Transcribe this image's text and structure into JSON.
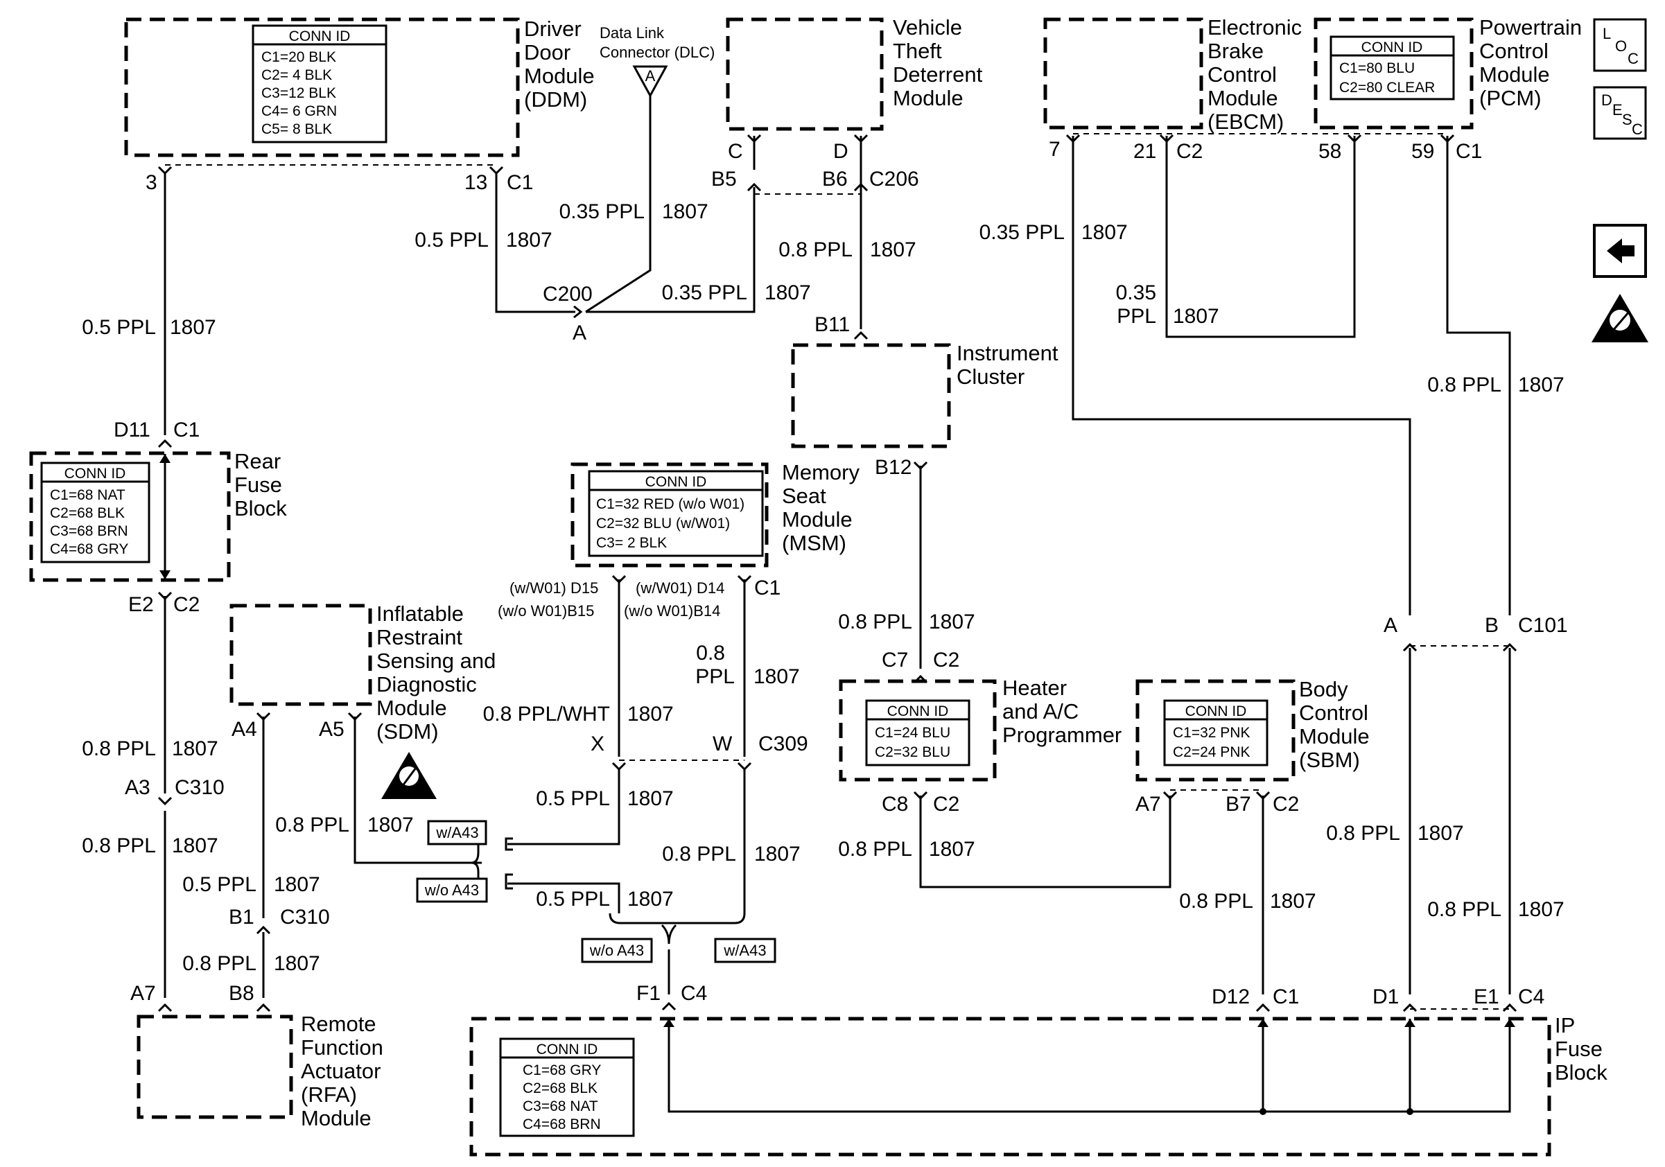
{
  "modules": {
    "ddm": [
      "Driver",
      "Door",
      "Module",
      "(DDM)"
    ],
    "dlc": [
      "Data Link",
      "Connector (DLC)"
    ],
    "dlc_pin": "A",
    "vtd": [
      "Vehicle",
      "Theft",
      "Deterrent",
      "Module"
    ],
    "ebcm": [
      "Electronic",
      "Brake",
      "Control",
      "Module",
      "(EBCM)"
    ],
    "pcm": [
      "Powertrain",
      "Control",
      "Module",
      "(PCM)"
    ],
    "rear_fuse": [
      "Rear",
      "Fuse",
      "Block"
    ],
    "ipc": [
      "Instrument",
      "Cluster"
    ],
    "msm": [
      "Memory",
      "Seat",
      "Module",
      "(MSM)"
    ],
    "sdm": [
      "Inflatable",
      "Restraint",
      "Sensing and",
      "Diagnostic",
      "Module",
      "(SDM)"
    ],
    "hvac": [
      "Heater",
      "and A/C",
      "Programmer"
    ],
    "bcm": [
      "Body",
      "Control",
      "Module",
      "(SBM)"
    ],
    "rfa": [
      "Remote",
      "Function",
      "Actuator",
      "(RFA)",
      "Module"
    ],
    "ip_fuse": [
      "IP",
      "Fuse",
      "Block"
    ]
  },
  "conn_ids": {
    "title": "CONN ID",
    "ddm": [
      "C1=20 BLK",
      "C2=  4 BLK",
      "C3=12 BLK",
      "C4=  6 GRN",
      "C5=  8 BLK"
    ],
    "pcm": [
      "C1=80 BLU",
      "C2=80 CLEAR"
    ],
    "rear_fuse": [
      "C1=68 NAT",
      "C2=68 BLK",
      "C3=68 BRN",
      "C4=68 GRY"
    ],
    "msm": [
      "C1=32 RED (w/o W01)",
      "C2=32 BLU (w/W01)",
      "C3=  2 BLK"
    ],
    "hvac": [
      "C1=24 BLU",
      "C2=32 BLU"
    ],
    "bcm": [
      "C1=32 PNK",
      "C2=24 PNK"
    ],
    "ip_fuse": [
      "C1=68 GRY",
      "C2=68 BLK",
      "C3=68 NAT",
      "C4=68 BRN"
    ]
  },
  "pins": {
    "ddm_3": "3",
    "ddm_13": "13",
    "ddm_c1": "C1",
    "vtd_c": "C",
    "vtd_d": "D",
    "b5": "B5",
    "b6": "B6",
    "c206": "C206",
    "c200": "C200",
    "c200_a": "A",
    "b11": "B11",
    "ebcm_7": "7",
    "ebcm_21": "21",
    "ebcm_c2": "C2",
    "pcm_58": "58",
    "pcm_59": "59",
    "pcm_c1": "C1",
    "d11": "D11",
    "rf_c1": "C1",
    "e2": "E2",
    "rf_c2": "C2",
    "b12": "B12",
    "w01_d15": "(w/W01) D15",
    "wo_b15": "(w/o W01)B15",
    "w01_d14": "(w/W01) D14",
    "wo_b14": "(w/o W01)B14",
    "msm_c1": "C1",
    "a4": "A4",
    "a5": "A5",
    "a3": "A3",
    "c310a": "C310",
    "x": "X",
    "w": "W",
    "c309": "C309",
    "c7": "C7",
    "hv_c2a": "C2",
    "c8": "C8",
    "hv_c2b": "C2",
    "a7b": "A7",
    "b7": "B7",
    "bcm_c2": "C2",
    "c101_a": "A",
    "c101_b": "B",
    "c101": "C101",
    "b1": "B1",
    "c310b": "C310",
    "a7": "A7",
    "b8": "B8",
    "f1": "F1",
    "ip_c4a": "C4",
    "d12": "D12",
    "ip_c1": "C1",
    "d1": "D1",
    "e1": "E1",
    "ip_c4b": "C4"
  },
  "wires": {
    "w1": "0.5 PPL",
    "w1n": "1807",
    "w2": "0.35 PPL",
    "w2n": "1807",
    "w3": "0.5 PPL",
    "w3n": "1807",
    "w4": "0.35 PPL",
    "w4n": "1807",
    "w5": "0.8 PPL",
    "w5n": "1807",
    "w6": "0.35 PPL",
    "w6n": "1807",
    "w7a": "0.35",
    "w7b": "PPL",
    "w7n": "1807",
    "w8": "0.8 PPL",
    "w8n": "1807",
    "w9": "0.8 PPL",
    "w9n": "1807",
    "w10a": "0.8",
    "w10b": "PPL",
    "w10n": "1807",
    "w11": "0.8 PPL/WHT",
    "w11n": "1807",
    "w12": "0.8 PPL",
    "w12n": "1807",
    "w13": "0.8 PPL",
    "w13n": "1807",
    "w14": "0.8 PPL",
    "w14n": "1807",
    "w15": "0.5 PPL",
    "w15n": "1807",
    "w16": "0.8 PPL",
    "w16n": "1807",
    "w17": "0.5 PPL",
    "w17n": "1807",
    "w18": "0.8 PPL",
    "w18n": "1807",
    "w19": "0.8 PPL",
    "w19n": "1807",
    "w20": "0.5 PPL",
    "w20n": "1807",
    "w21": "0.8 PPL",
    "w21n": "1807",
    "w22": "0.8 PPL",
    "w22n": "1807",
    "w23": "0.8 PPL",
    "w23n": "1807"
  },
  "options": {
    "wa43_1": "w/A43",
    "woa43_1": "w/o A43",
    "woa43_2": "w/o A43",
    "wa43_2": "w/A43"
  },
  "legend": {
    "loc": [
      "L",
      "O",
      "C"
    ],
    "desc": [
      "D",
      "E",
      "S",
      "C"
    ]
  }
}
